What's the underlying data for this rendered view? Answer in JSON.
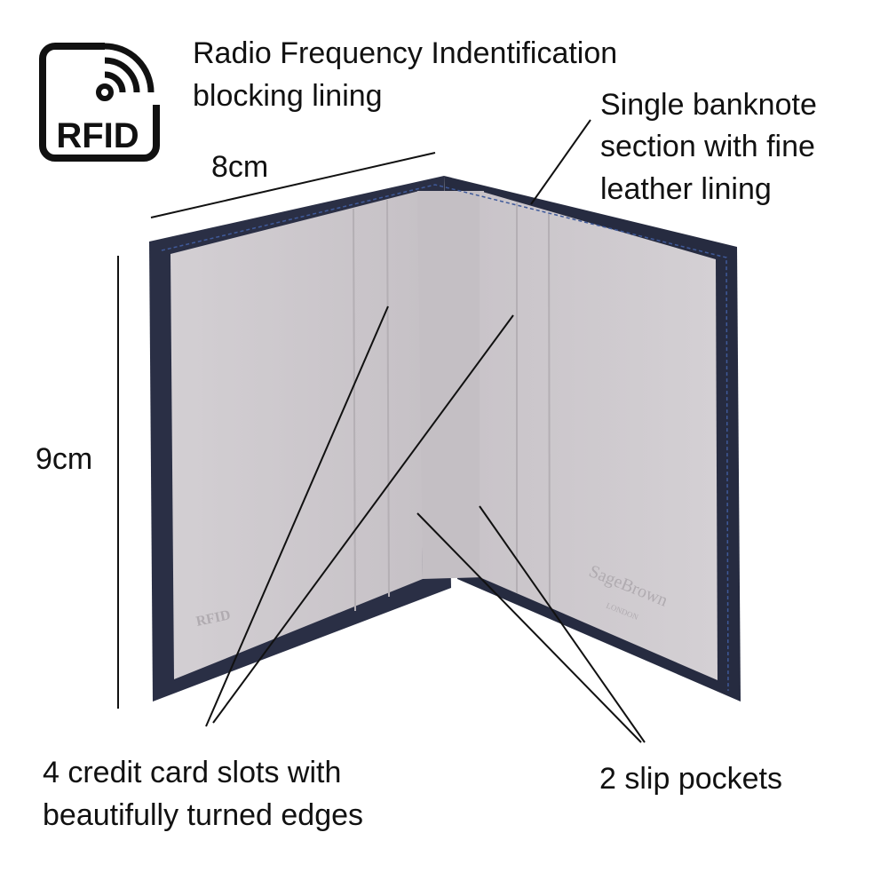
{
  "rfid_icon": {
    "text": "RFID"
  },
  "rfid_caption": [
    "Radio Frequency Indentification",
    "blocking lining"
  ],
  "banknote_caption": [
    "Single banknote",
    "section with fine",
    "leather lining"
  ],
  "width_label": "8cm",
  "height_label": "9cm",
  "card_slots_caption": [
    "4 credit card slots with",
    "beautifully turned edges"
  ],
  "slip_pockets_caption": "2 slip pockets",
  "embossed_brand": {
    "name": "SageBrown",
    "city": "LONDON",
    "rfid": "RFID"
  },
  "colors": {
    "navy": "#2a2f45",
    "lining": "#cfcbcf",
    "stitch": "#3f5a9a"
  }
}
